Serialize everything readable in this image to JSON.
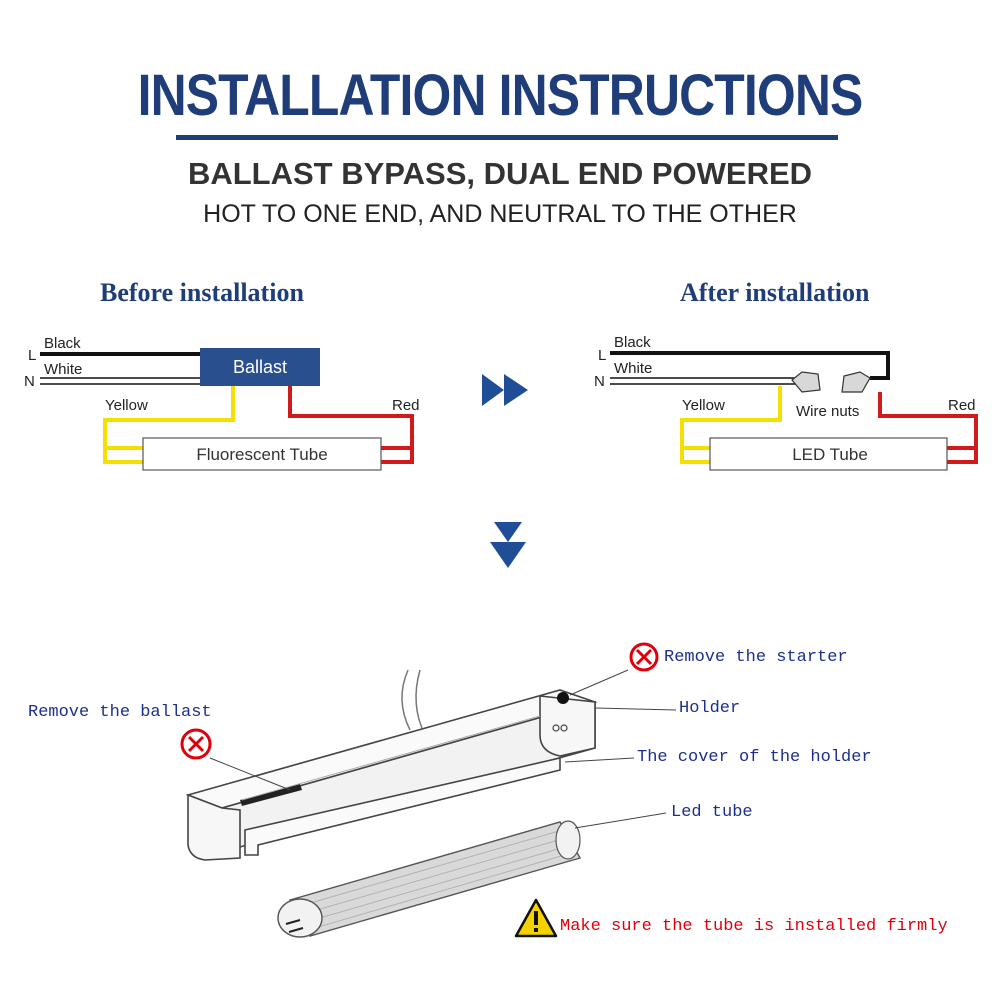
{
  "header": {
    "title": "INSTALLATION INSTRUCTIONS",
    "subtitle": "BALLAST BYPASS, DUAL END POWERED",
    "note": "HOT TO ONE END, AND NEUTRAL TO THE OTHER"
  },
  "before": {
    "heading": "Before installation",
    "label_l": "L",
    "label_n": "N",
    "wire_black": "Black",
    "wire_white": "White",
    "ballast": "Ballast",
    "wire_yellow": "Yellow",
    "wire_red": "Red",
    "tube": "Fluorescent Tube"
  },
  "after": {
    "heading": "After installation",
    "label_l": "L",
    "label_n": "N",
    "wire_black": "Black",
    "wire_white": "White",
    "wire_nuts": "Wire nuts",
    "wire_yellow": "Yellow",
    "wire_red": "Red",
    "tube": "LED Tube"
  },
  "fixture": {
    "remove_starter": "Remove the starter",
    "remove_ballast": "Remove the ballast",
    "holder": "Holder",
    "cover": "The cover of the holder",
    "led_tube": "Led tube",
    "warning": "Make sure the tube is installed firmly"
  },
  "colors": {
    "navy": "#1f3d78",
    "ballast_box": "#2a4f8f",
    "yellow_wire": "#f4e000",
    "red_wire": "#d11a1a",
    "warning_red": "#e0000a",
    "label_blue": "#1d2f8c"
  },
  "icons": [
    "fast-forward-icon",
    "arrow-down-icon",
    "prohibited-icon",
    "warning-icon"
  ]
}
